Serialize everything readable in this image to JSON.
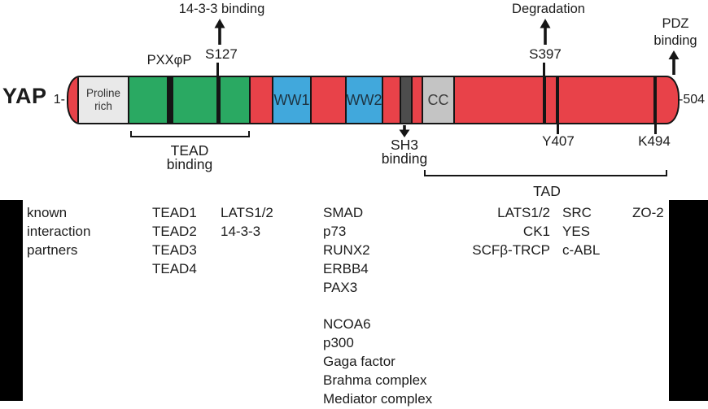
{
  "colors": {
    "bar_red": "#e84249",
    "domain_green": "#2aa962",
    "domain_blue": "#41a8dc",
    "band_dark": "#4d4d4d",
    "cc_gray": "#c4c4c4",
    "proline_gray": "#e9e9e9",
    "line_black": "#151515"
  },
  "protein": {
    "name": "YAP",
    "start_label": "1-",
    "end_label": "-504",
    "domains": {
      "proline_rich": "Proline rich",
      "ww1": "WW1",
      "ww2": "WW2",
      "cc": "CC"
    }
  },
  "annotations": {
    "binding_14_3_3": "14-3-3 binding",
    "pxx_phi_p": "PXXφP",
    "s127": "S127",
    "degradation": "Degradation",
    "s397": "S397",
    "pdz_line1": "PDZ",
    "pdz_line2": "binding",
    "tead_line1": "TEAD",
    "tead_line2": "binding",
    "sh3_line1": "SH3",
    "sh3_line2": "binding",
    "y407": "Y407",
    "k494": "K494",
    "tad": "TAD"
  },
  "partners": {
    "caption": [
      "known",
      "interaction",
      "partners"
    ],
    "columns": [
      {
        "name": "tead-binding-partners",
        "items": [
          "TEAD1",
          "TEAD2",
          "TEAD3",
          "TEAD4"
        ]
      },
      {
        "name": "s127-partners",
        "items": [
          "LATS1/2",
          "14-3-3"
        ]
      },
      {
        "name": "ww-domain-partners",
        "items": [
          "SMAD",
          "p73",
          "RUNX2",
          "ERBB4",
          "PAX3",
          "",
          "NCOA6",
          "p300",
          "Gaga factor",
          "Brahma complex",
          "Mediator complex"
        ]
      },
      {
        "name": "s397-partners",
        "items": [
          "LATS1/2",
          "CK1",
          "SCFβ-TRCP"
        ]
      },
      {
        "name": "tad-kinase-partners",
        "items": [
          "SRC",
          "YES",
          "c-ABL"
        ]
      },
      {
        "name": "pdz-partners",
        "items": [
          "ZO-2"
        ]
      }
    ]
  }
}
